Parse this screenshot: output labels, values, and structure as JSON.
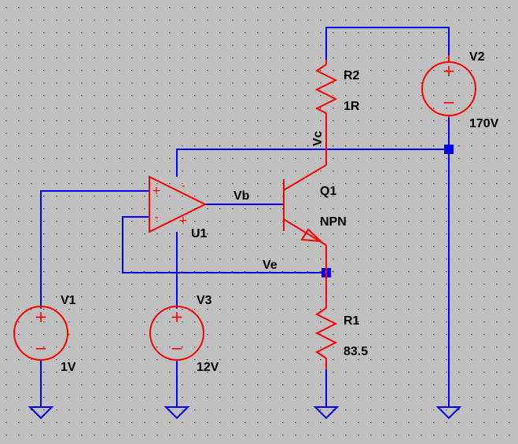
{
  "colors": {
    "background": "#c0c0c0",
    "wire": "#0000ff",
    "component": "#ff0000",
    "junction": "#0000ff",
    "grid_dot": "#000000",
    "text": "#000000"
  },
  "schematic": {
    "components": {
      "V1": {
        "name": "V1",
        "value": "1V"
      },
      "V2": {
        "name": "V2",
        "value": "170V"
      },
      "V3": {
        "name": "V3",
        "value": "12V"
      },
      "R1": {
        "name": "R1",
        "value": "83.5"
      },
      "R2": {
        "name": "R2",
        "value": "1R"
      },
      "Q1": {
        "name": "Q1",
        "value": "NPN"
      },
      "U1": {
        "name": "U1"
      }
    },
    "nets": {
      "vb": "Vb",
      "ve": "Ve",
      "vc": "Vc"
    },
    "opamp_pins": {
      "plus": "+",
      "minus": "-"
    },
    "source_pins": {
      "plus": "+",
      "minus": "−"
    }
  }
}
